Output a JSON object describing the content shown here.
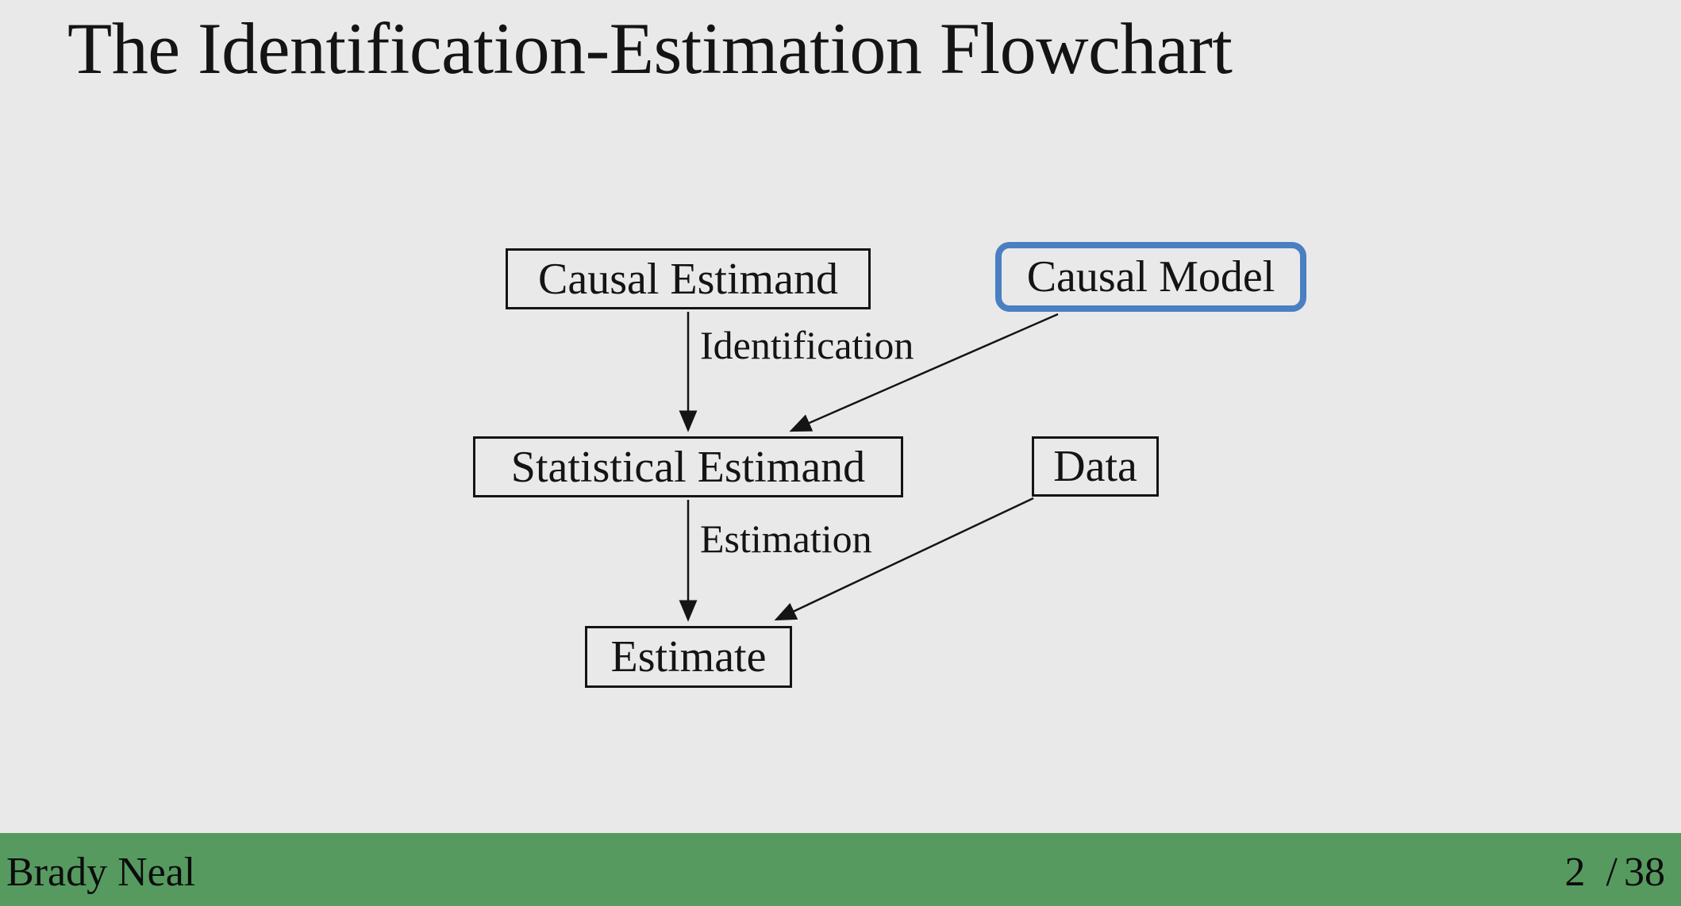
{
  "slide": {
    "title": "The Identification-Estimation Flowchart",
    "background_color": "#e9e9e9",
    "ink_color": "#141414",
    "footer": {
      "author": "Brady Neal",
      "page_number": "2",
      "page_separator": "/",
      "page_total": "38",
      "bar_color": "#569a60"
    }
  },
  "flowchart": {
    "nodes": {
      "causal_estimand": {
        "label": "Causal Estimand"
      },
      "causal_model": {
        "label": "Causal Model",
        "highlighted": true,
        "highlight_color": "#4a7fc2"
      },
      "statistical_estimand": {
        "label": "Statistical Estimand"
      },
      "data": {
        "label": "Data"
      },
      "estimate": {
        "label": "Estimate"
      }
    },
    "edges": [
      {
        "from": "causal_estimand",
        "to": "statistical_estimand",
        "label": "Identification"
      },
      {
        "from": "causal_model",
        "to": "statistical_estimand",
        "label": ""
      },
      {
        "from": "statistical_estimand",
        "to": "estimate",
        "label": "Estimation"
      },
      {
        "from": "data",
        "to": "estimate",
        "label": ""
      }
    ]
  }
}
